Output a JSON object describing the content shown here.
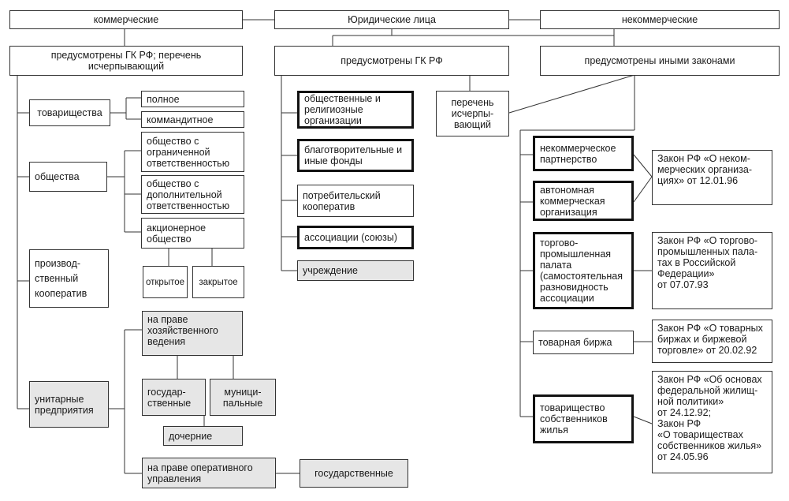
{
  "header": {
    "commercial": "коммерческие",
    "legal_entities": "Юридические лица",
    "noncommercial": "некоммерческие"
  },
  "commercial": {
    "heading": "предусмотрены ГК РФ; перечень\nисчерпывающий",
    "partnerships": "товарищества",
    "full": "полное",
    "limited": "коммандитное",
    "companies": "общества",
    "llc": "общество с\nограниченной\nответственностью",
    "alc": "общество с\nдополнительной\nответственностью",
    "jsc": "акционерное\nобщество",
    "open": "открытое",
    "closed": "закрытое",
    "coop": "производ-\nственный\nкооператив",
    "unitary": "унитарные\nпредприятия",
    "economic_mgmt": "на праве\nхозяйственного\nведения",
    "state": "государ-\nственные",
    "municipal": "муници-\nпальные",
    "subsidiary": "дочерние",
    "operational_mgmt": "на праве оперативного\nуправления",
    "state2": "государственные"
  },
  "noncommercial": {
    "gk_heading": "предусмотрены ГК РФ",
    "other_heading": "предусмотрены иными законами",
    "exhaustive": "перечень\nисчерпы-\nвающий",
    "public_religious": "общественные и\nрелигиозные\nорганизации",
    "foundations": "благотворительные и\nиные фонды",
    "consumer_coop": "потребительский\nкооператив",
    "associations": "ассоциации (союзы)",
    "institution": "учреждение",
    "np_partnership": "некоммерческое\nпартнерство",
    "autonomous": "автономная\nкоммерческая\nорганизация",
    "chamber": "торгово-\nпромышленная\nпалата\n(самостоятельная\nразновидность\nассоциации",
    "exchange": "товарная биржа",
    "hoa": "товарищество\nсобственников\nжилья",
    "law_np": "Закон РФ «О неком-\nмерческих организа-\nциях» от 12.01.96",
    "law_chamber": "Закон РФ «О торгово-\nпромышленных пала-\nтах в Российской\nФедерации»\nот 07.07.93",
    "law_exchange": "Закон РФ «О товарных\nбиржах и биржевой\nторговле» от 20.02.92",
    "law_hoa": "Закон РФ «Об основах\nфедеральной жилищ-\nной политики»\nот 24.12.92;\nЗакон РФ\n«О товариществах\nсобственников жилья»\nот 24.05.96"
  }
}
